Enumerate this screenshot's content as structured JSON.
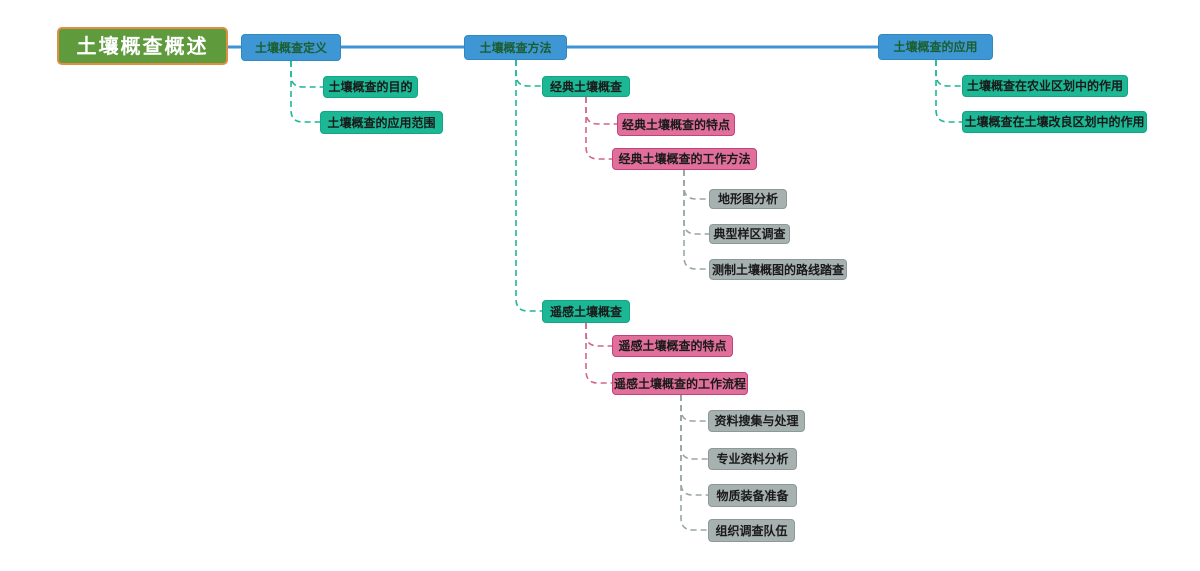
{
  "diagram": {
    "background": "#ffffff",
    "tree": {
      "label": "土壤概查概述",
      "children": [
        {
          "label": "土壤概查定义",
          "children": [
            {
              "label": "土壤概查的目的"
            },
            {
              "label": "土壤概查的应用范围"
            }
          ]
        },
        {
          "label": "土壤概查方法",
          "children": [
            {
              "label": "经典土壤概查",
              "children": [
                {
                  "label": "经典土壤概查的特点"
                },
                {
                  "label": "经典土壤概查的工作方法",
                  "children": [
                    {
                      "label": "地形图分析"
                    },
                    {
                      "label": "典型样区调查"
                    },
                    {
                      "label": "测制土壤概图的路线踏查"
                    }
                  ]
                }
              ]
            },
            {
              "label": "遥感土壤概查",
              "children": [
                {
                  "label": "遥感土壤概查的特点"
                },
                {
                  "label": "遥感土壤概查的工作流程",
                  "children": [
                    {
                      "label": "资料搜集与处理"
                    },
                    {
                      "label": "专业资料分析"
                    },
                    {
                      "label": "物质装备准备"
                    },
                    {
                      "label": "组织调查队伍"
                    }
                  ]
                }
              ]
            }
          ]
        },
        {
          "label": "土壤概查的应用",
          "children": [
            {
              "label": "土壤概查在农业区划中的作用"
            },
            {
              "label": "土壤概查在土壤改良区划中的作用"
            }
          ]
        }
      ]
    },
    "colors": {
      "root_fill": "#5F9A3D",
      "root_border": "#E08E3F",
      "root_text": "#FFFFFF",
      "level1_fill": "#3E97D4",
      "level1_border": "#2F88C0",
      "level1_text": "#1B5E2F",
      "level2_fill": "#1CB795",
      "level2_border": "#13A585",
      "level3_fill": "#E0709B",
      "level3_border": "#C2427A",
      "level4_fill": "#A7B1B0",
      "level4_border": "#8C9A97",
      "node_text": "#1A1A1A",
      "connector_main": "#3E93D6",
      "connector_level2": "#1CB795",
      "connector_level3": "#D06590",
      "connector_level4": "#9AA6A4"
    }
  }
}
